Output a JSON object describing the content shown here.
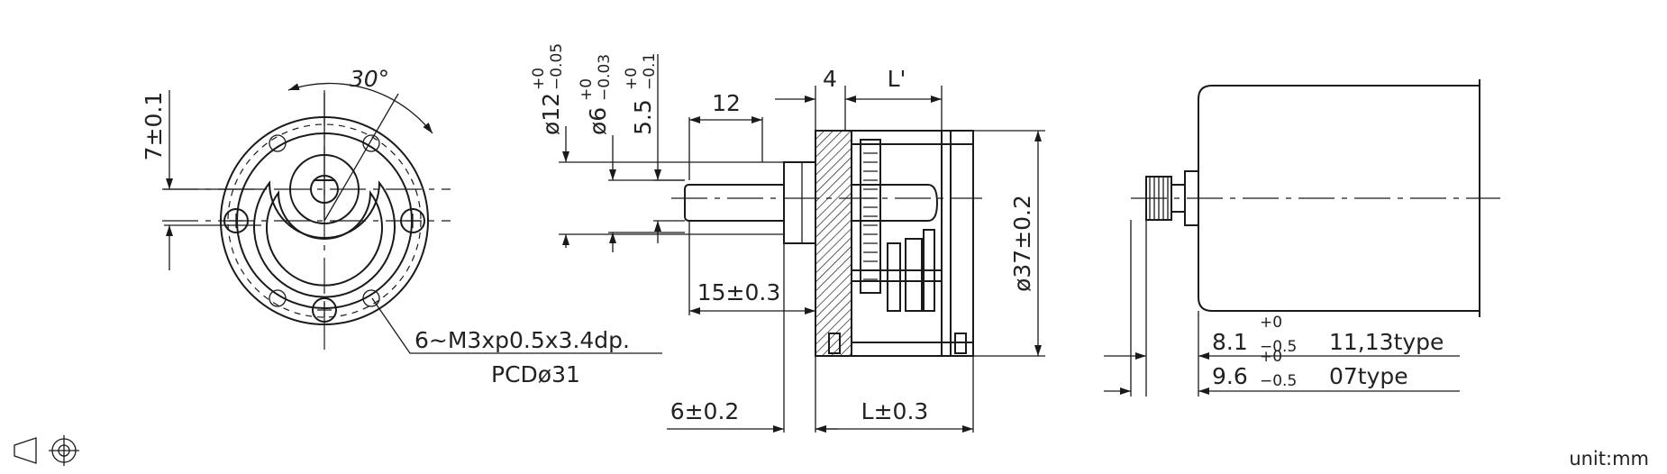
{
  "front_view": {
    "dim_height": "7±0.1",
    "dim_angle": "30°",
    "mount_note_line1": "6~M3xp0.5x3.4dp.",
    "mount_note_line2": "PCDø31"
  },
  "side_view": {
    "dim_d12_main": "ø12",
    "dim_d12_upper": "+0",
    "dim_d12_lower": "−0.05",
    "dim_d6_main": "ø6",
    "dim_d6_upper": "+0",
    "dim_d6_lower": "−0.03",
    "dim_55_main": "5.5",
    "dim_55_upper": "+0",
    "dim_55_lower": "−0.1",
    "dim_12": "12",
    "dim_4": "4",
    "dim_lprime": "L'",
    "dim_15": "15±0.3",
    "dim_6": "6±0.2",
    "dim_L": "L±0.3",
    "dim_d37": "ø37±0.2"
  },
  "motor_view": {
    "dim_81_main": "8.1",
    "dim_81_upper": "+0",
    "dim_81_lower": "−0.5",
    "dim_81_type": "11,13type",
    "dim_96_main": "9.6",
    "dim_96_upper": "+0",
    "dim_96_lower": "−0.5",
    "dim_96_type": "07type"
  },
  "footer": {
    "unit": "unit:mm",
    "projection_symbol": "third-angle-projection-icon"
  }
}
